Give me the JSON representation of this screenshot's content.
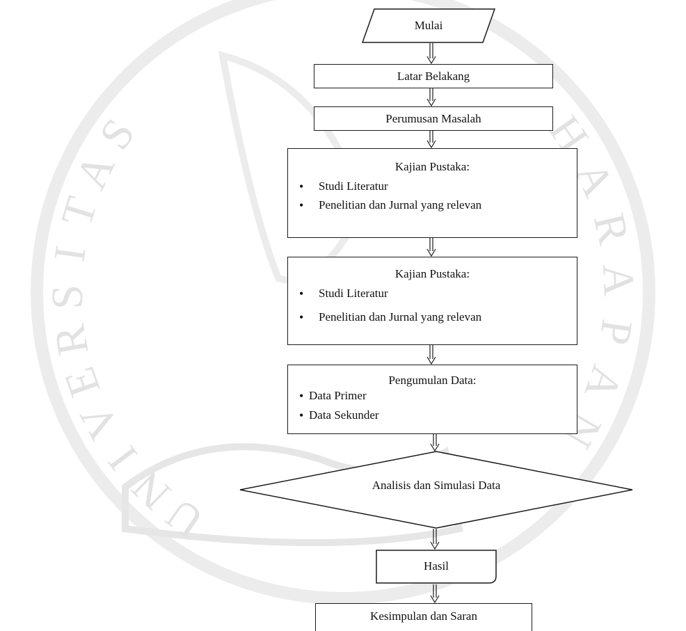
{
  "watermark": {
    "left_text": "UNIVERSITAS",
    "right_text": "HARAPAN"
  },
  "flow": {
    "start": "Mulai",
    "background": "Latar Belakang",
    "problem": "Perumusan Masalah",
    "review1": {
      "title": "Kajian Pustaka:",
      "items": [
        "Studi Literatur",
        "Penelitian dan Jurnal yang relevan"
      ]
    },
    "review2": {
      "title": "Kajian Pustaka:",
      "items": [
        "Studi Literatur",
        "Penelitian dan Jurnal yang relevan"
      ]
    },
    "data_collection": {
      "title": "Pengumulan Data:",
      "items": [
        "Data Primer",
        "Data Sekunder"
      ]
    },
    "analysis": "Analisis dan Simulasi Data",
    "result": "Hasil",
    "conclusion": "Kesimpulan dan Saran"
  }
}
